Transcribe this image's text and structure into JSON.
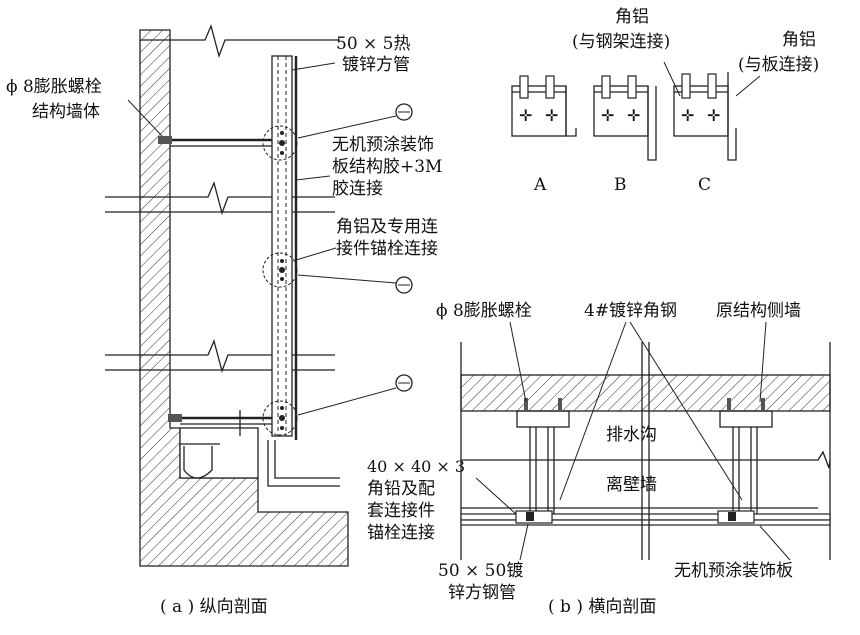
{
  "panel_a": {
    "tube_label_1": "50 × 5热",
    "tube_label_2": "镀锌方管",
    "bolt_label": "ϕ 8膨胀螺栓",
    "wall_label": "结构墙体",
    "glue_label_1": "无机预涂装饰",
    "glue_label_2": "板结构胶+3M",
    "glue_label_3": "胶连接",
    "angle_label_1": "角铝及专用连",
    "angle_label_2": "接件锚栓连接",
    "caption": "( a ) 纵向剖面"
  },
  "detail_abc": {
    "angle_steel_label_1": "角铝",
    "angle_steel_label_2": "(与钢架连接)",
    "angle_board_label_1": "角铝",
    "angle_board_label_2": "(与板连接)",
    "letter_a": "A",
    "letter_b": "B",
    "letter_c": "C"
  },
  "panel_b": {
    "bolt_label": "ϕ 8膨胀螺栓",
    "angle_label": "4#镀锌角钢",
    "side_wall_label": "原结构侧墙",
    "drain_label": "排水沟",
    "offwall_label": "离壁墙",
    "angle_conn_1": "40 × 40 × 3",
    "angle_conn_2": "角铅及配",
    "angle_conn_3": "套连接件",
    "angle_conn_4": "锚栓连接",
    "pipe_label_1": "50 × 50镀",
    "pipe_label_2": "锌方钢管",
    "board_label": "无机预涂装饰板",
    "caption": "( b ) 横向剖面"
  }
}
